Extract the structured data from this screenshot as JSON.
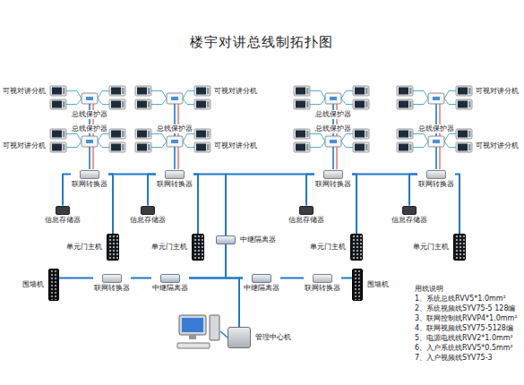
{
  "diagram": {
    "title": "楼宇对讲总线制拓扑图",
    "nodes": [
      {
        "text": [
          "联网转换器"
        ]
      },
      {
        "text": [
          "联网转换器"
        ]
      },
      {
        "text": [
          "联网转换器"
        ]
      },
      {
        "text": [
          "联网转换器"
        ]
      },
      {
        "text": [
          "信息存储器"
        ]
      },
      {
        "text": [
          "信息存储器"
        ]
      },
      {
        "text": [
          "信息存储器"
        ]
      },
      {
        "text": [
          "信息存储器"
        ]
      },
      {
        "text": [
          "中继隔离器"
        ]
      },
      {
        "text": [
          "单元门主机"
        ]
      },
      {
        "text": [
          "单元门主机"
        ]
      },
      {
        "text": [
          "单元门主机"
        ]
      },
      {
        "text": [
          "单元门主机"
        ]
      },
      {
        "text": [
          "围墙机"
        ]
      },
      {
        "text": [
          "联网转换器"
        ]
      },
      {
        "text": [
          "中继隔离器"
        ]
      },
      {
        "text": [
          "中继隔离器"
        ]
      },
      {
        "text": [
          "联网转换器"
        ]
      },
      {
        "text": [
          "围墙机"
        ]
      },
      {
        "text": [
          "管理中心机"
        ]
      }
    ],
    "edges": [
      {
        "from": 0,
        "to": 4,
        "arrow": "none"
      },
      {
        "from": 0,
        "to": 9,
        "arrow": "none"
      },
      {
        "from": 1,
        "to": 5,
        "arrow": "none"
      },
      {
        "from": 1,
        "to": 10,
        "arrow": "none"
      },
      {
        "from": 2,
        "to": 6,
        "arrow": "none"
      },
      {
        "from": 2,
        "to": 11,
        "arrow": "none"
      },
      {
        "from": 3,
        "to": 7,
        "arrow": "none"
      },
      {
        "from": 3,
        "to": 12,
        "arrow": "none"
      },
      {
        "from": 0,
        "to": 1,
        "arrow": "none"
      },
      {
        "from": 1,
        "to": 8,
        "arrow": "none"
      },
      {
        "from": 2,
        "to": 8,
        "arrow": "none"
      },
      {
        "from": 3,
        "to": 2,
        "arrow": "none"
      },
      {
        "from": 8,
        "to": 15,
        "arrow": "none"
      },
      {
        "from": 8,
        "to": 16,
        "arrow": "none"
      },
      {
        "from": 14,
        "to": 13,
        "arrow": "none"
      },
      {
        "from": 14,
        "to": 15,
        "arrow": "none"
      },
      {
        "from": 16,
        "to": 17,
        "arrow": "none"
      },
      {
        "from": 17,
        "to": 18,
        "arrow": "none"
      },
      {
        "from": 19,
        "to": 15,
        "arrow": "none"
      },
      {
        "from": 19,
        "to": 16,
        "arrow": "none"
      }
    ],
    "labels": [
      "可视对讲分机",
      "可视对讲分机",
      "可视对讲分机",
      "总线保护器",
      "总线保护器",
      "总线保护器",
      "总线保护器",
      "总线保护器",
      "总线保护器",
      "可视对讲分机",
      "可视对讲分机",
      "可视对讲分机",
      "用线说明",
      "1、系统总线RVV5*1.0mm²",
      "2、系统视频线SYV75-5 128编",
      "3、联网控制线RVVP4*1.0mm²",
      "4、联网视频线SYV75-5128编",
      "5、电源电线线RVV2*1.0mm²",
      "6、入户系统线RVV5*0.5mm²",
      "7、入户视频线SYV75-3"
    ]
  }
}
